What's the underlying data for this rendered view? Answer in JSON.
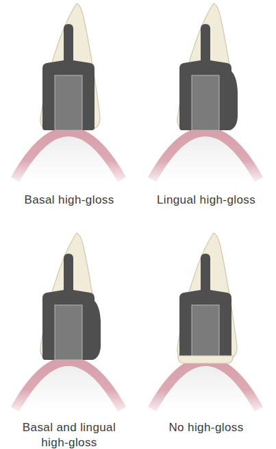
{
  "diagram": {
    "labels": [
      "Basal high-gloss",
      "Lingual high-gloss",
      "Basal and lingual high-gloss",
      "No high-gloss"
    ]
  }
}
